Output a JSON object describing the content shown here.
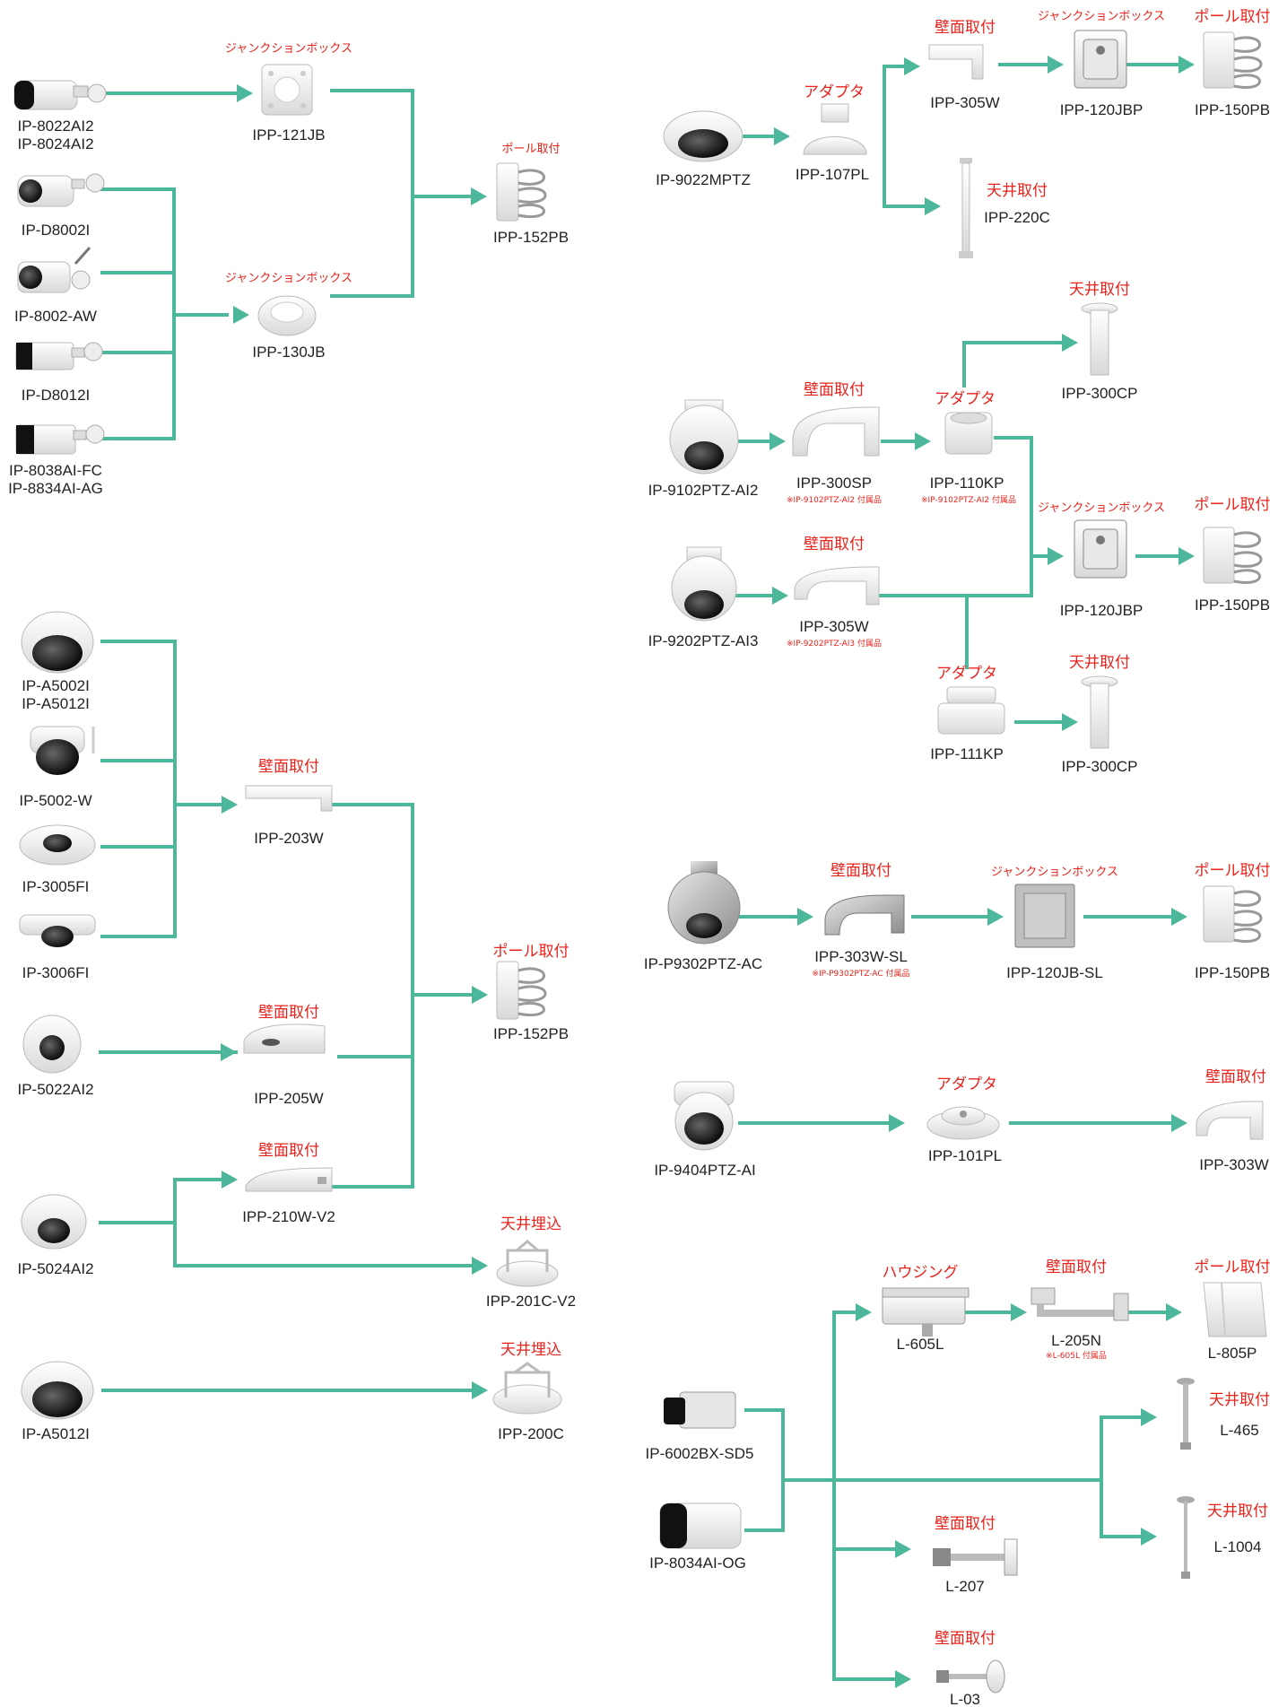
{
  "cameras": {
    "c1": "IP-8022AI2",
    "c1b": "IP-8024AI2",
    "c2": "IP-D8002I",
    "c3": "IP-8002-AW",
    "c4": "IP-D8012I",
    "c5": "IP-8038AI-FC",
    "c5b": "IP-8834AI-AG",
    "c6": "IP-A5002I",
    "c6b": "IP-A5012I",
    "c7": "IP-5002-W",
    "c8": "IP-3005FI",
    "c9": "IP-3006FI",
    "c10": "IP-5022AI2",
    "c11": "IP-5024AI2",
    "c12": "IP-A5012I",
    "c13": "IP-9022MPTZ",
    "c14": "IP-9102PTZ-AI2",
    "c15": "IP-9202PTZ-AI3",
    "c16": "IP-P9302PTZ-AC",
    "c17": "IP-9404PTZ-AI",
    "c18": "IP-6002BX-SD5",
    "c19": "IP-8034AI-OG"
  },
  "accessories": {
    "a1": "IPP-121JB",
    "a2": "IPP-130JB",
    "a3": "IPP-152PB",
    "a4": "IPP-203W",
    "a5": "IPP-152PB",
    "a6": "IPP-205W",
    "a7": "IPP-210W-V2",
    "a8": "IPP-201C-V2",
    "a9": "IPP-200C",
    "a10": "IPP-107PL",
    "a11": "IPP-305W",
    "a12": "IPP-120JBP",
    "a13": "IPP-150PB",
    "a14": "IPP-220C",
    "a15": "IPP-300CP",
    "a16": "IPP-300SP",
    "a17": "IPP-110KP",
    "a18": "IPP-120JBP",
    "a19": "IPP-150PB",
    "a20": "IPP-305W",
    "a21": "IPP-111KP",
    "a22": "IPP-300CP",
    "a23": "IPP-303W-SL",
    "a24": "IPP-120JB-SL",
    "a25": "IPP-150PB",
    "a26": "IPP-101PL",
    "a27": "IPP-303W",
    "a28": "L-605L",
    "a29": "L-205N",
    "a30": "L-805P",
    "a31": "L-465",
    "a32": "L-1004",
    "a33": "L-207",
    "a34": "L-03"
  },
  "categories": {
    "junction_box": "ジャンクションボックス",
    "pole_mount": "ポール取付",
    "wall_mount": "壁面取付",
    "ceiling_mount": "天井取付",
    "ceiling_flush": "天井埋込",
    "adapter": "アダプタ",
    "housing": "ハウジング"
  },
  "notes": {
    "n1": "※IP-9102PTZ-AI2 付属品",
    "n2": "※IP-9102PTZ-AI2 付属品",
    "n3": "※IP-9202PTZ-AI3 付属品",
    "n4": "※IP-P9302PTZ-AC 付属品",
    "n5": "※L-605L 付属品"
  },
  "colors": {
    "connector": "#4cb79a",
    "category_text": "#e8231c",
    "label_text": "#222222",
    "device_body": "#f2f2f2",
    "device_dark": "#222222"
  }
}
